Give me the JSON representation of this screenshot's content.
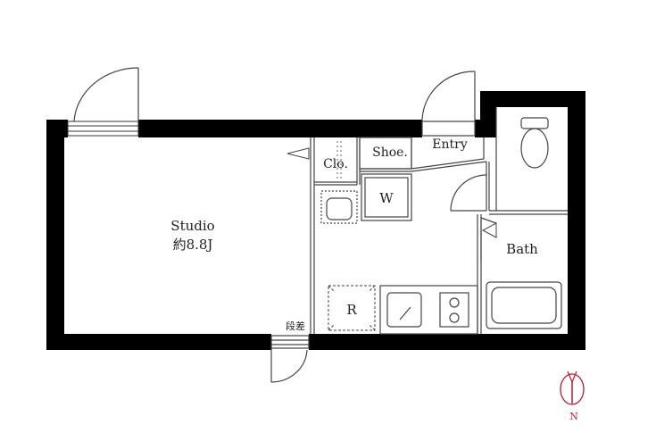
{
  "rooms": {
    "studio": {
      "name": "Studio",
      "size": "約8.8J"
    },
    "closet": "Clo.",
    "shoe": "Shoe.",
    "entry": "Entry",
    "washer": "W",
    "fridge": "R",
    "bath": "Bath",
    "step": "段差"
  },
  "compass": {
    "label": "N"
  },
  "colors": {
    "wall": "#000000",
    "line": "#444444",
    "compass": "#c0182a"
  }
}
